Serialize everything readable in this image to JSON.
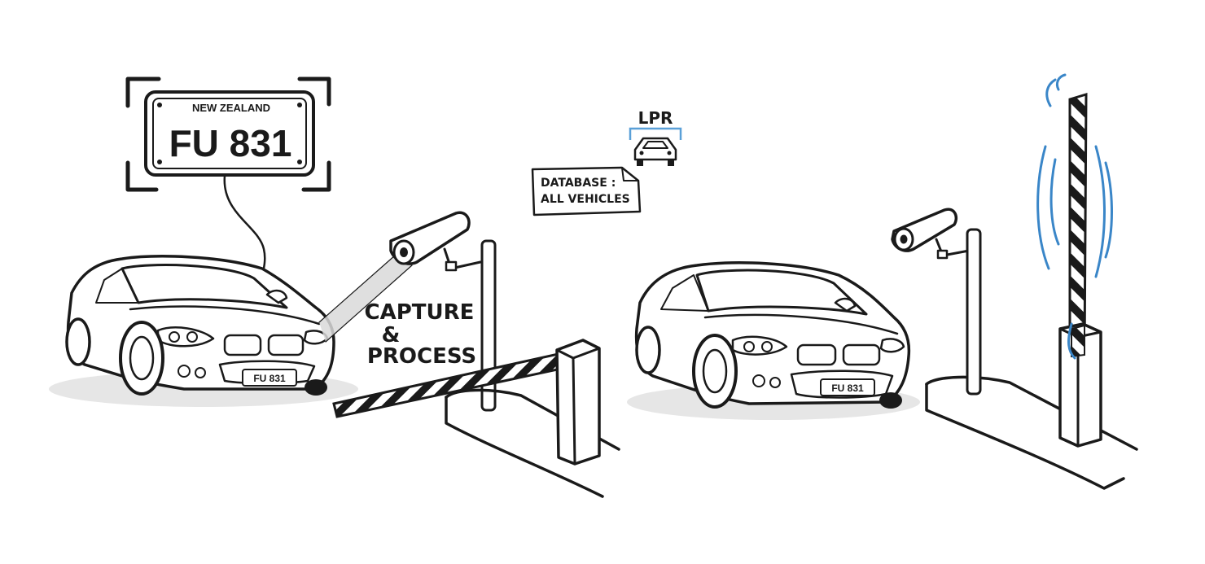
{
  "plate": {
    "country": "NEW ZEALAND",
    "number": "FU 831"
  },
  "car_left": {
    "plate_number": "FU 831"
  },
  "car_right": {
    "plate_number": "FU 831"
  },
  "process_label": {
    "line1": "CAPTURE",
    "line2": "&",
    "line3": "PROCESS"
  },
  "lpr": {
    "label": "LPR"
  },
  "database": {
    "line1": "DATABASE :",
    "line2": "ALL VEHICLES"
  },
  "colors": {
    "ink": "#1a1a1a",
    "motion_lines": "#3a86c8",
    "lpr_accent": "#5aa0d8",
    "shadow": "#e6e6e6",
    "camera_beam": "#d9d9d9"
  },
  "icons": [
    "camera-icon",
    "car-icon",
    "barrier-gate-icon",
    "document-icon"
  ]
}
